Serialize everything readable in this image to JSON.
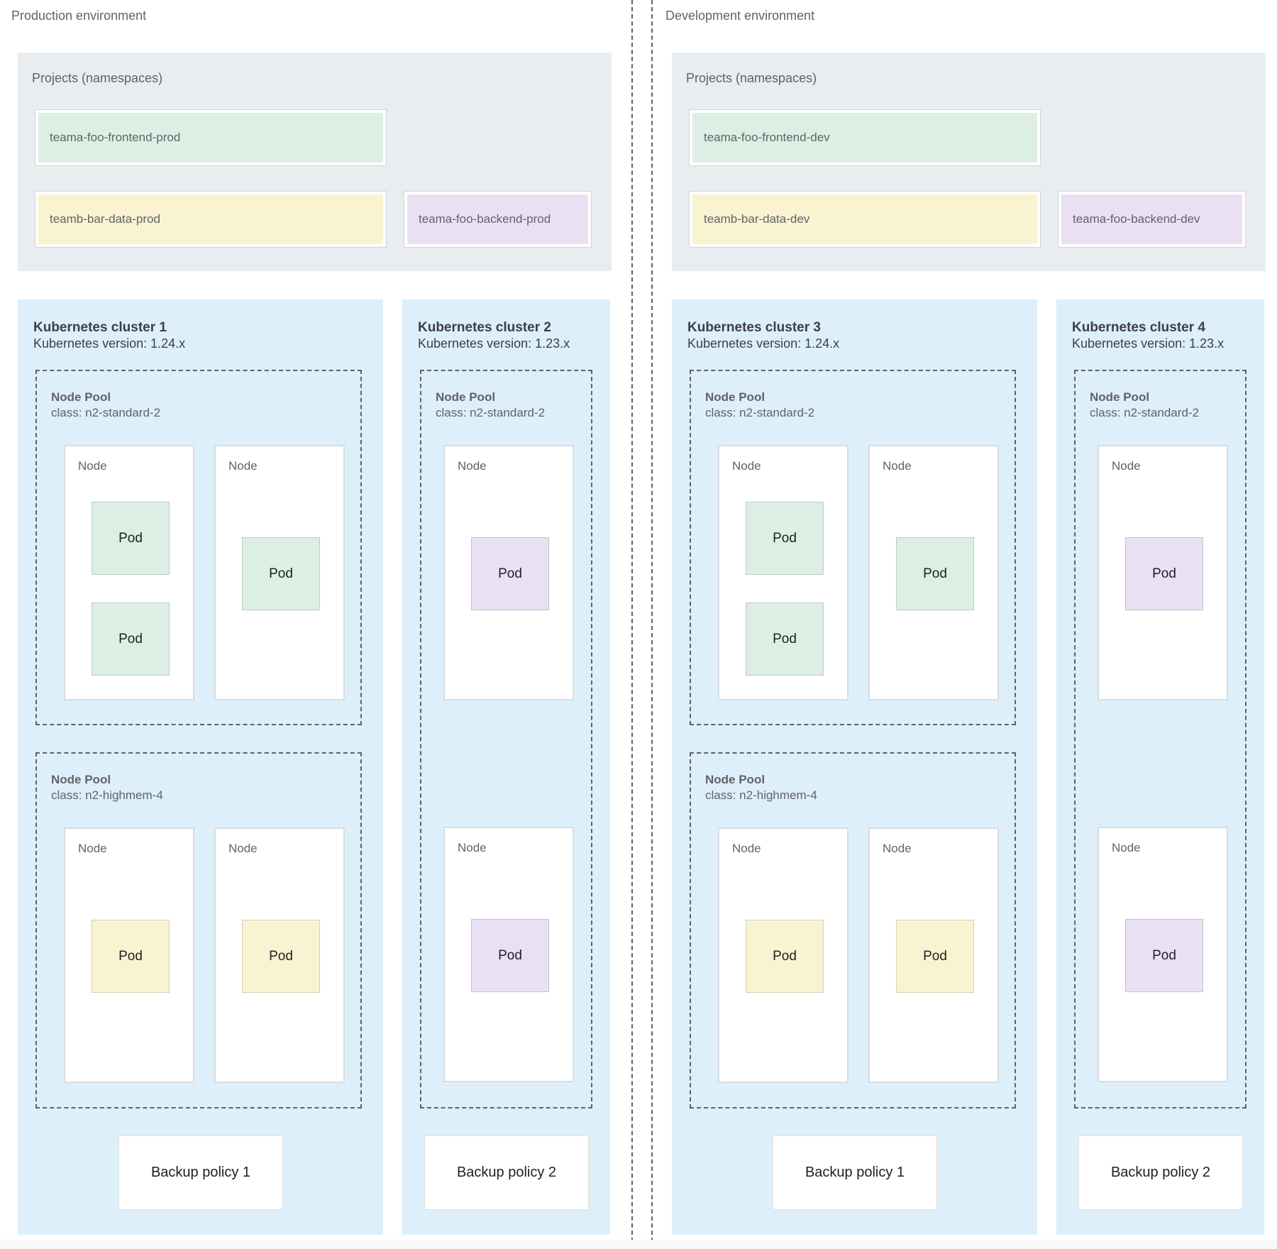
{
  "palette": {
    "panel_gray": "#e9edf0",
    "cluster_blue": "#ddeffa",
    "green": "#ddefe4",
    "yellow": "#faf3d2",
    "purple": "#e9e1f3",
    "dash_gray": "#5f6368",
    "text_dark": "#3c4043",
    "text_gray": "#5f6368",
    "pod_text": "#202124"
  },
  "environments": [
    {
      "label": "Production environment",
      "projects_panel": {
        "label": "Projects (namespaces)",
        "namespaces": [
          {
            "name": "teama-foo-frontend-prod",
            "color": "green"
          },
          {
            "name": "teamb-bar-data-prod",
            "color": "yellow"
          },
          {
            "name": "teama-foo-backend-prod",
            "color": "purple"
          }
        ]
      },
      "clusters": [
        {
          "title": "Kubernetes cluster 1",
          "version": "Kubernetes version: 1.24.x",
          "node_pools": [
            {
              "title": "Node Pool",
              "node_class": "class: n2-standard-2",
              "nodes": [
                {
                  "label": "Node",
                  "pods": [
                    {
                      "label": "Pod",
                      "color": "green"
                    },
                    {
                      "label": "Pod",
                      "color": "green"
                    }
                  ]
                },
                {
                  "label": "Node",
                  "pods": [
                    {
                      "label": "Pod",
                      "color": "green"
                    }
                  ]
                }
              ]
            },
            {
              "title": "Node Pool",
              "node_class": "class: n2-highmem-4",
              "nodes": [
                {
                  "label": "Node",
                  "pods": [
                    {
                      "label": "Pod",
                      "color": "yellow"
                    }
                  ]
                },
                {
                  "label": "Node",
                  "pods": [
                    {
                      "label": "Pod",
                      "color": "yellow"
                    }
                  ]
                }
              ]
            }
          ],
          "backup_policy": "Backup policy 1"
        },
        {
          "title": "Kubernetes cluster 2",
          "version": "Kubernetes version: 1.23.x",
          "node_pools": [
            {
              "title": "Node Pool",
              "node_class": "class: n2-standard-2",
              "nodes": [
                {
                  "label": "Node",
                  "pods": [
                    {
                      "label": "Pod",
                      "color": "purple"
                    }
                  ]
                },
                {
                  "label": "Node",
                  "pods": [
                    {
                      "label": "Pod",
                      "color": "purple"
                    }
                  ]
                }
              ]
            }
          ],
          "backup_policy": "Backup policy 2"
        }
      ]
    },
    {
      "label": "Development environment",
      "projects_panel": {
        "label": "Projects (namespaces)",
        "namespaces": [
          {
            "name": "teama-foo-frontend-dev",
            "color": "green"
          },
          {
            "name": "teamb-bar-data-dev",
            "color": "yellow"
          },
          {
            "name": "teama-foo-backend-dev",
            "color": "purple"
          }
        ]
      },
      "clusters": [
        {
          "title": "Kubernetes cluster 3",
          "version": "Kubernetes version: 1.24.x",
          "node_pools": [
            {
              "title": "Node Pool",
              "node_class": "class: n2-standard-2",
              "nodes": [
                {
                  "label": "Node",
                  "pods": [
                    {
                      "label": "Pod",
                      "color": "green"
                    },
                    {
                      "label": "Pod",
                      "color": "green"
                    }
                  ]
                },
                {
                  "label": "Node",
                  "pods": [
                    {
                      "label": "Pod",
                      "color": "green"
                    }
                  ]
                }
              ]
            },
            {
              "title": "Node Pool",
              "node_class": "class: n2-highmem-4",
              "nodes": [
                {
                  "label": "Node",
                  "pods": [
                    {
                      "label": "Pod",
                      "color": "yellow"
                    }
                  ]
                },
                {
                  "label": "Node",
                  "pods": [
                    {
                      "label": "Pod",
                      "color": "yellow"
                    }
                  ]
                }
              ]
            }
          ],
          "backup_policy": "Backup policy 1"
        },
        {
          "title": "Kubernetes cluster 4",
          "version": "Kubernetes version: 1.23.x",
          "node_pools": [
            {
              "title": "Node Pool",
              "node_class": "class: n2-standard-2",
              "nodes": [
                {
                  "label": "Node",
                  "pods": [
                    {
                      "label": "Pod",
                      "color": "purple"
                    }
                  ]
                },
                {
                  "label": "Node",
                  "pods": [
                    {
                      "label": "Pod",
                      "color": "purple"
                    }
                  ]
                }
              ]
            }
          ],
          "backup_policy": "Backup policy 2"
        }
      ]
    }
  ]
}
